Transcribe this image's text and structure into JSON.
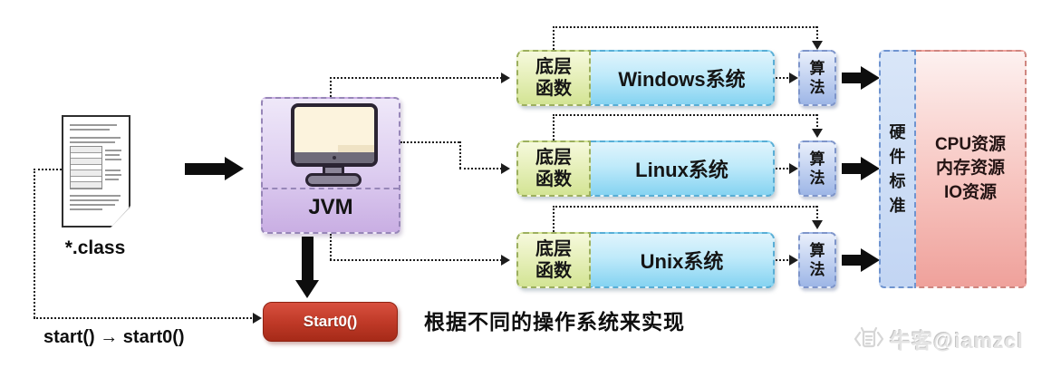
{
  "class_file_label": "*.class",
  "start_chain_label": "start() → start0()",
  "jvm_label": "JVM",
  "start0_label": "Start0()",
  "caption": "根据不同的操作系统来实现",
  "rows": [
    {
      "native_label": "底层函数",
      "os_label": "Windows系统",
      "algo_label": "算法"
    },
    {
      "native_label": "底层函数",
      "os_label": "Linux系统",
      "algo_label": "算法"
    },
    {
      "native_label": "底层函数",
      "os_label": "Unix系统",
      "algo_label": "算法"
    }
  ],
  "hardware": {
    "standard_label": "硬件标准",
    "resources": [
      "CPU资源",
      "内存资源",
      "IO资源"
    ]
  },
  "watermark": {
    "text": "牛客@iamzcl",
    "icon": "notepad-brackets-icon"
  },
  "colors": {
    "native_green": "#d3e494",
    "os_blue": "#85d3f1",
    "algo_blue": "#9db6e6",
    "hardware_blue": "#c2d5f3",
    "resource_pink": "#efa19b",
    "jvm_purple": "#c9aee3",
    "start0_red": "#b5301f",
    "connector_black": "#1c1c1c"
  }
}
